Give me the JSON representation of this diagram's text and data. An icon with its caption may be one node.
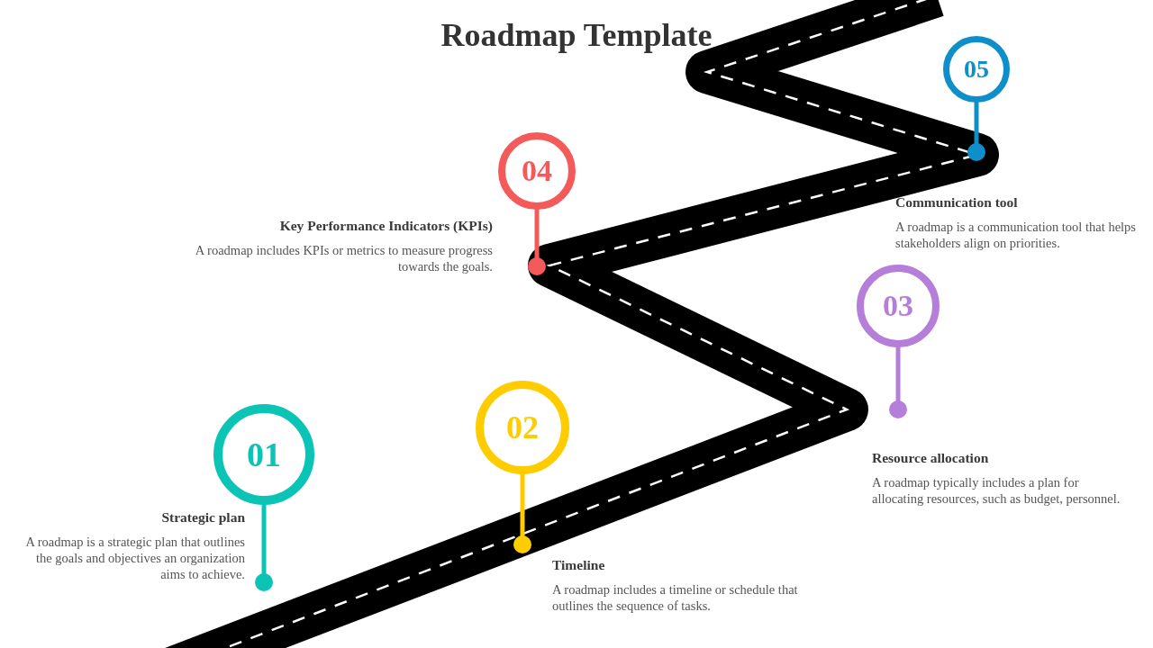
{
  "diagram": {
    "title": "Roadmap Template",
    "nodes": [
      {
        "text": [
          "01"
        ],
        "beside": [
          "Strategic plan",
          "A roadmap is a strategic plan that outlines the goals and objectives an organization aims to achieve."
        ]
      },
      {
        "text": [
          "02"
        ],
        "beside": [
          "Timeline",
          "A roadmap includes a timeline or schedule that outlines the sequence of tasks."
        ]
      },
      {
        "text": [
          "03"
        ],
        "beside": [
          "Resource allocation",
          "A roadmap typically includes a plan for allocating resources, such as budget, personnel."
        ]
      },
      {
        "text": [
          "04"
        ],
        "beside": [
          "Key Performance Indicators (KPIs)",
          "A roadmap includes KPIs or metrics to measure progress towards the goals."
        ]
      },
      {
        "text": [
          "05"
        ],
        "beside": [
          "Communication tool",
          "A roadmap is a communication tool that helps stakeholders align on priorities."
        ]
      }
    ]
  }
}
